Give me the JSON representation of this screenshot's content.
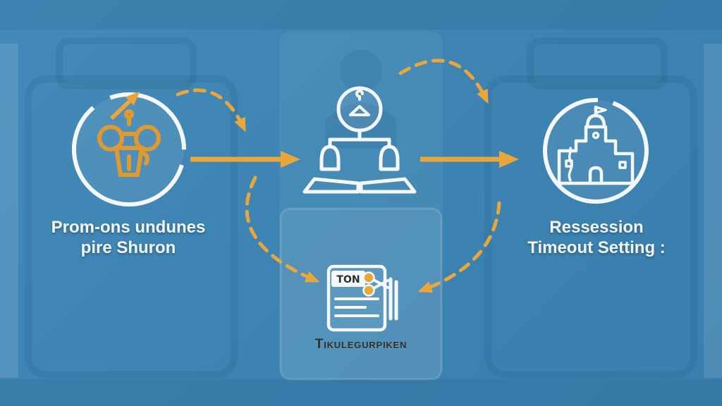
{
  "canvas": {
    "background_color": "#3d84b3",
    "accent_color": "#e9a63a",
    "line_color": "#f4f8fa",
    "label_light_color": "#f4f7f9",
    "label_dark_color": "#332e23"
  },
  "left_node": {
    "icon": "gadget-icon",
    "label_line1": "Prom-ons undunes",
    "label_line2": "pire Shuron"
  },
  "center_node": {
    "icon": "hanger-scales-icon"
  },
  "right_node": {
    "icon": "building-icon",
    "label_line1": "Ressession",
    "label_line2": "Timeout Setting :"
  },
  "bottom_node": {
    "icon": "document-scissors-icon",
    "doc_text": "TON",
    "label": "Tikulegurpiken"
  }
}
